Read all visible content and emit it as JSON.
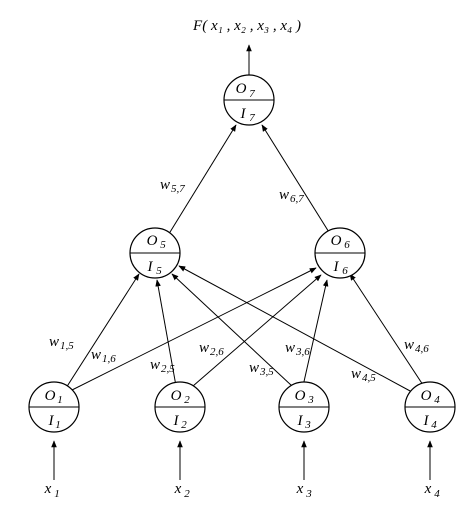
{
  "output_label": "F( x₁ , x₂ , x₃ , x₄ )",
  "nodes": {
    "n1": {
      "out_main": "O",
      "out_sub": "1",
      "in_main": "I",
      "in_sub": "1"
    },
    "n2": {
      "out_main": "O",
      "out_sub": "2",
      "in_main": "I",
      "in_sub": "2"
    },
    "n3": {
      "out_main": "O",
      "out_sub": "3",
      "in_main": "I",
      "in_sub": "3"
    },
    "n4": {
      "out_main": "O",
      "out_sub": "4",
      "in_main": "I",
      "in_sub": "4"
    },
    "n5": {
      "out_main": "O",
      "out_sub": "5",
      "in_main": "I",
      "in_sub": "5"
    },
    "n6": {
      "out_main": "O",
      "out_sub": "6",
      "in_main": "I",
      "in_sub": "6"
    },
    "n7": {
      "out_main": "O",
      "out_sub": "7",
      "in_main": "I",
      "in_sub": "7"
    }
  },
  "inputs": {
    "x1": {
      "main": "x",
      "sub": "1"
    },
    "x2": {
      "main": "x",
      "sub": "2"
    },
    "x3": {
      "main": "x",
      "sub": "3"
    },
    "x4": {
      "main": "x",
      "sub": "4"
    }
  },
  "weights": {
    "w15": {
      "main": "w",
      "sub": "1,5"
    },
    "w16": {
      "main": "w",
      "sub": "1,6"
    },
    "w25": {
      "main": "w",
      "sub": "2,5"
    },
    "w26": {
      "main": "w",
      "sub": "2,6"
    },
    "w35": {
      "main": "w",
      "sub": "3,5"
    },
    "w36": {
      "main": "w",
      "sub": "3,6"
    },
    "w45": {
      "main": "w",
      "sub": "4,5"
    },
    "w46": {
      "main": "w",
      "sub": "4,6"
    },
    "w57": {
      "main": "w",
      "sub": "5,7"
    },
    "w67": {
      "main": "w",
      "sub": "6,7"
    }
  }
}
